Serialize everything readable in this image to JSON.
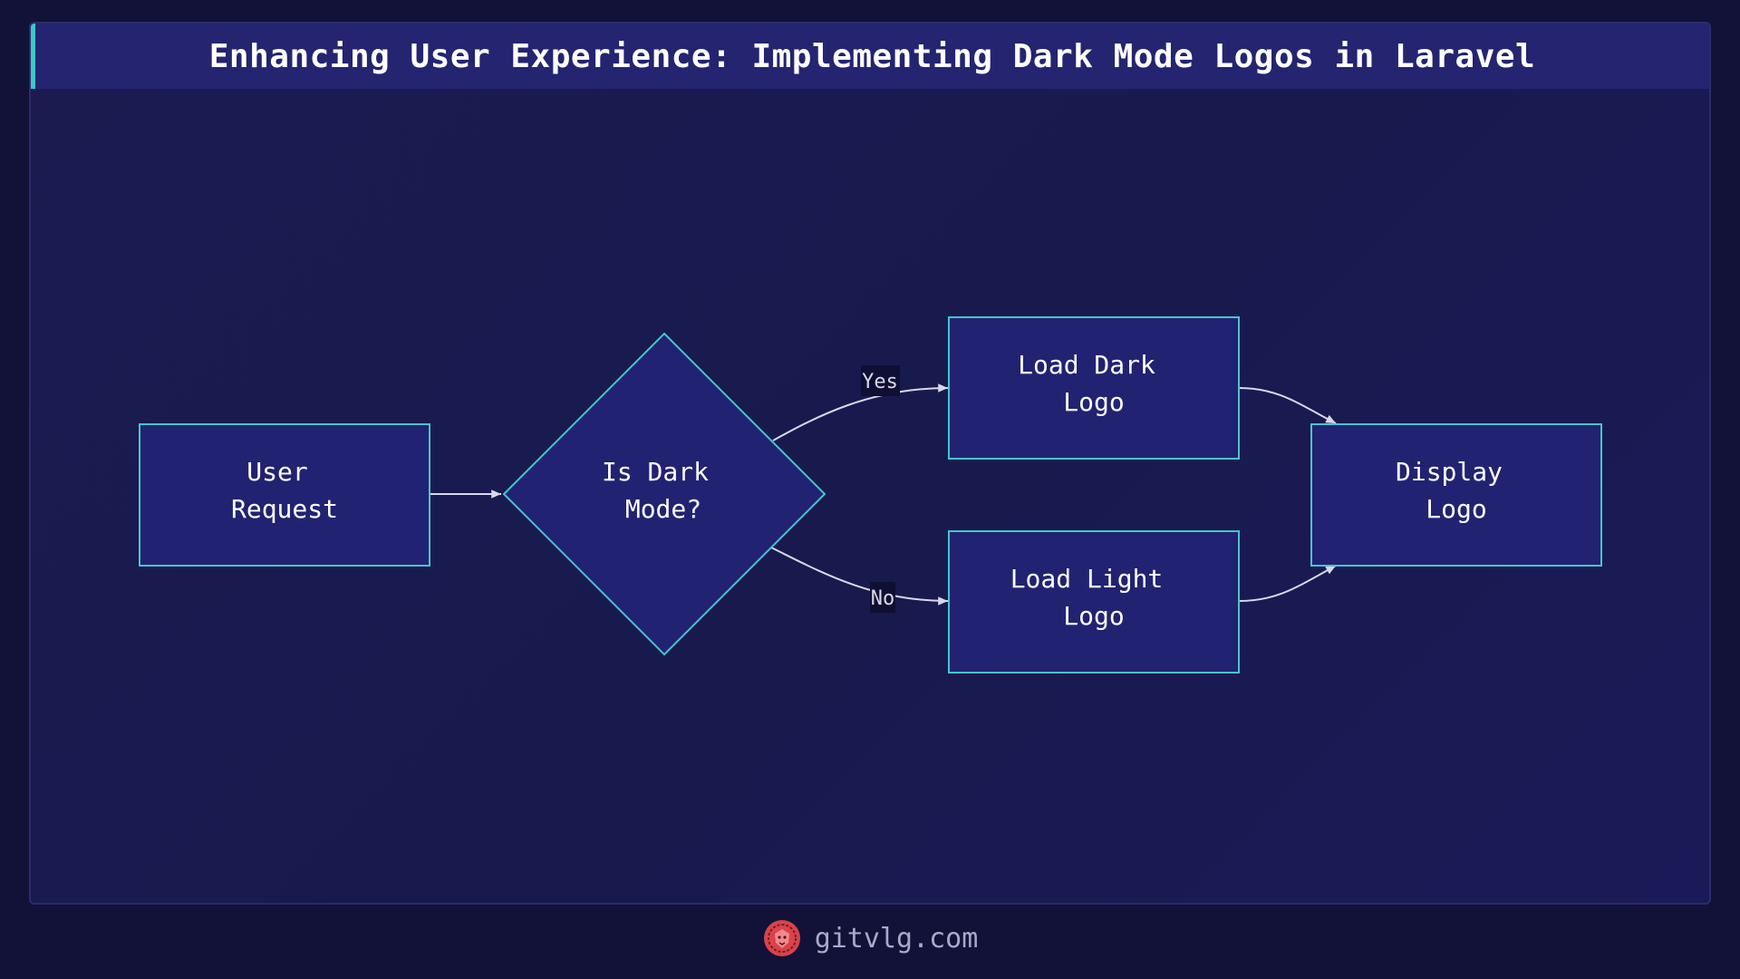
{
  "title": "Enhancing User Experience: Implementing Dark Mode Logos in Laravel",
  "nodes": {
    "user_request": [
      "User",
      "Request"
    ],
    "is_dark_mode": [
      "Is Dark",
      "Mode?"
    ],
    "load_dark_logo": [
      "Load Dark",
      "Logo"
    ],
    "load_light_logo": [
      "Load Light",
      "Logo"
    ],
    "display_logo": [
      "Display",
      "Logo"
    ]
  },
  "edges": {
    "yes_label": "Yes",
    "no_label": "No"
  },
  "footer": {
    "site": "gitvlg.com",
    "logo_icon": "lion-head-icon"
  },
  "colors": {
    "background": "#121239",
    "node_fill": "#222272",
    "node_stroke": "#45c6cc",
    "edge": "#d8d8e8",
    "accent": "#3cc8c8",
    "logo": "#d9434b"
  }
}
